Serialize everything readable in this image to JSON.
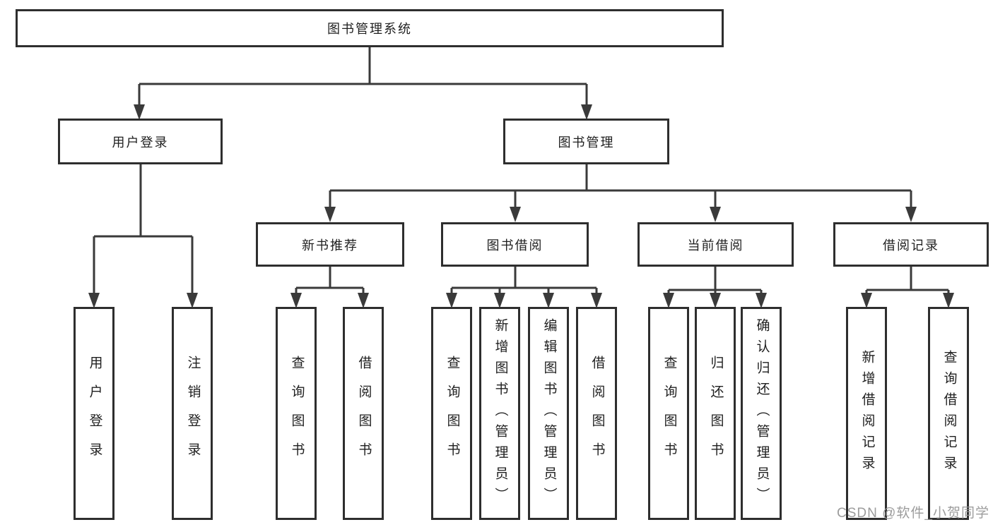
{
  "nodes": {
    "root": "图书管理系统",
    "level2": [
      "用户登录",
      "图书管理"
    ],
    "level3": [
      "新书推荐",
      "图书借阅",
      "当前借阅",
      "借阅记录"
    ],
    "leaves_user_login": [
      "用户登录",
      "注销登录"
    ],
    "leaves_new_book": [
      "查询图书",
      "借阅图书"
    ],
    "leaves_book_borrow": [
      "查询图书",
      "新增图书（管理员）",
      "编辑图书（管理员）",
      "借阅图书"
    ],
    "leaves_current_borrow": [
      "查询图书",
      "归还图书",
      "确认归还（管理员）"
    ],
    "leaves_borrow_record": [
      "新增借阅记录",
      "查询借阅记录"
    ]
  },
  "watermark": "CSDN @软件_小贺同学",
  "colors": {
    "line": "#3a3a3a",
    "box_border": "#2e2e2e",
    "box_fill": "#ffffff",
    "text": "#1f1f1f",
    "watermark": "#949494"
  }
}
